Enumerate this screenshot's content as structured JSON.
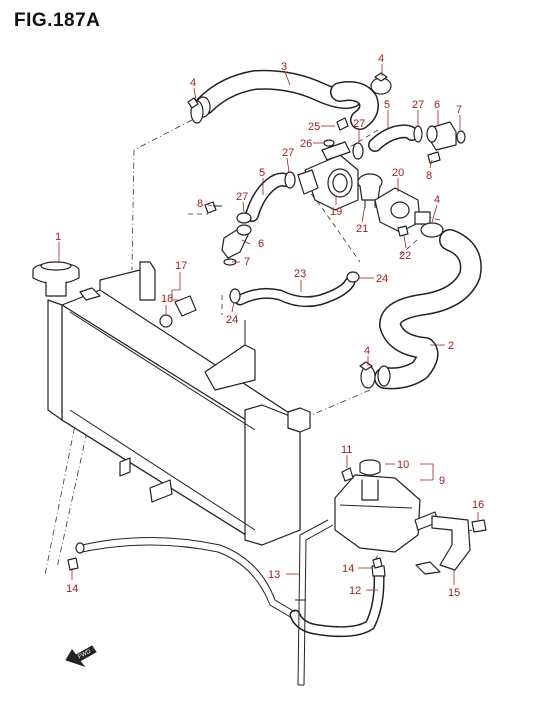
{
  "title": "FIG.187A",
  "fwd_label": "FWD",
  "callouts": [
    {
      "id": "c-1",
      "text": "1"
    },
    {
      "id": "c-2",
      "text": "2"
    },
    {
      "id": "c-3",
      "text": "3"
    },
    {
      "id": "c-4a",
      "text": "4"
    },
    {
      "id": "c-4b",
      "text": "4"
    },
    {
      "id": "c-4c",
      "text": "4"
    },
    {
      "id": "c-4d",
      "text": "4"
    },
    {
      "id": "c-5a",
      "text": "5"
    },
    {
      "id": "c-5b",
      "text": "5"
    },
    {
      "id": "c-6a",
      "text": "6"
    },
    {
      "id": "c-6b",
      "text": "6"
    },
    {
      "id": "c-7a",
      "text": "7"
    },
    {
      "id": "c-7b",
      "text": "7"
    },
    {
      "id": "c-8a",
      "text": "8"
    },
    {
      "id": "c-8b",
      "text": "8"
    },
    {
      "id": "c-9",
      "text": "9"
    },
    {
      "id": "c-10",
      "text": "10"
    },
    {
      "id": "c-11",
      "text": "11"
    },
    {
      "id": "c-12",
      "text": "12"
    },
    {
      "id": "c-13",
      "text": "13"
    },
    {
      "id": "c-14a",
      "text": "14"
    },
    {
      "id": "c-14b",
      "text": "14"
    },
    {
      "id": "c-15",
      "text": "15"
    },
    {
      "id": "c-16",
      "text": "16"
    },
    {
      "id": "c-17",
      "text": "17"
    },
    {
      "id": "c-18",
      "text": "18"
    },
    {
      "id": "c-19",
      "text": "19"
    },
    {
      "id": "c-20",
      "text": "20"
    },
    {
      "id": "c-21",
      "text": "21"
    },
    {
      "id": "c-22",
      "text": "22"
    },
    {
      "id": "c-23",
      "text": "23"
    },
    {
      "id": "c-24a",
      "text": "24"
    },
    {
      "id": "c-24b",
      "text": "24"
    },
    {
      "id": "c-25",
      "text": "25"
    },
    {
      "id": "c-26",
      "text": "26"
    },
    {
      "id": "c-27a",
      "text": "27"
    },
    {
      "id": "c-27b",
      "text": "27"
    },
    {
      "id": "c-27c",
      "text": "27"
    },
    {
      "id": "c-27d",
      "text": "27"
    }
  ],
  "colors": {
    "callout": "#a32020",
    "line": "#222222",
    "background": "#ffffff"
  }
}
